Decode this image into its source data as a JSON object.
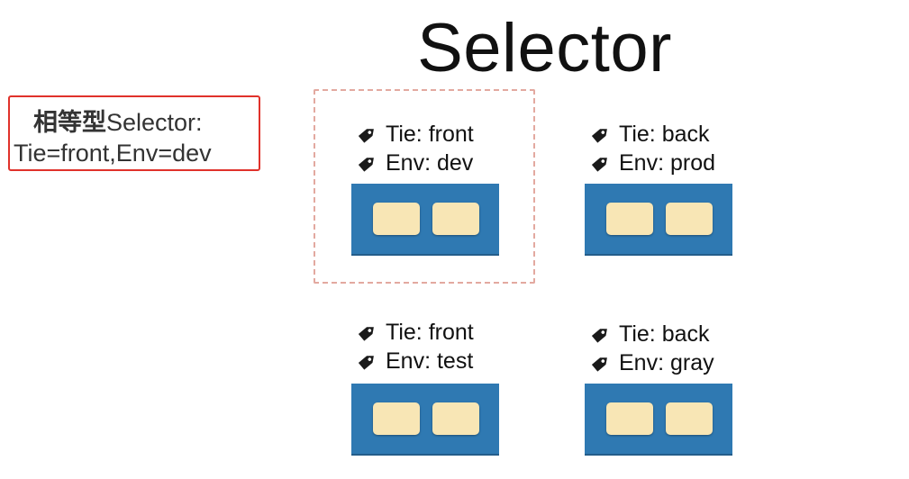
{
  "title": "Selector",
  "callout": {
    "line1_cjk": "相等型",
    "line1_rest": "Selector:",
    "line2": "Tie=front,Env=dev"
  },
  "icons": {
    "label": "tag-icon"
  },
  "colors": {
    "pod_box": "#2f79b2",
    "container": "#f8e6b5",
    "callout_border": "#e0322b",
    "selection_border": "#e3a9a0"
  },
  "pods": [
    {
      "tie": "Tie: front",
      "env": "Env: dev",
      "selected": true
    },
    {
      "tie": "Tie: back",
      "env": "Env: prod",
      "selected": false
    },
    {
      "tie": "Tie: front",
      "env": "Env: test",
      "selected": false
    },
    {
      "tie": "Tie: back",
      "env": "Env: gray",
      "selected": false
    }
  ]
}
